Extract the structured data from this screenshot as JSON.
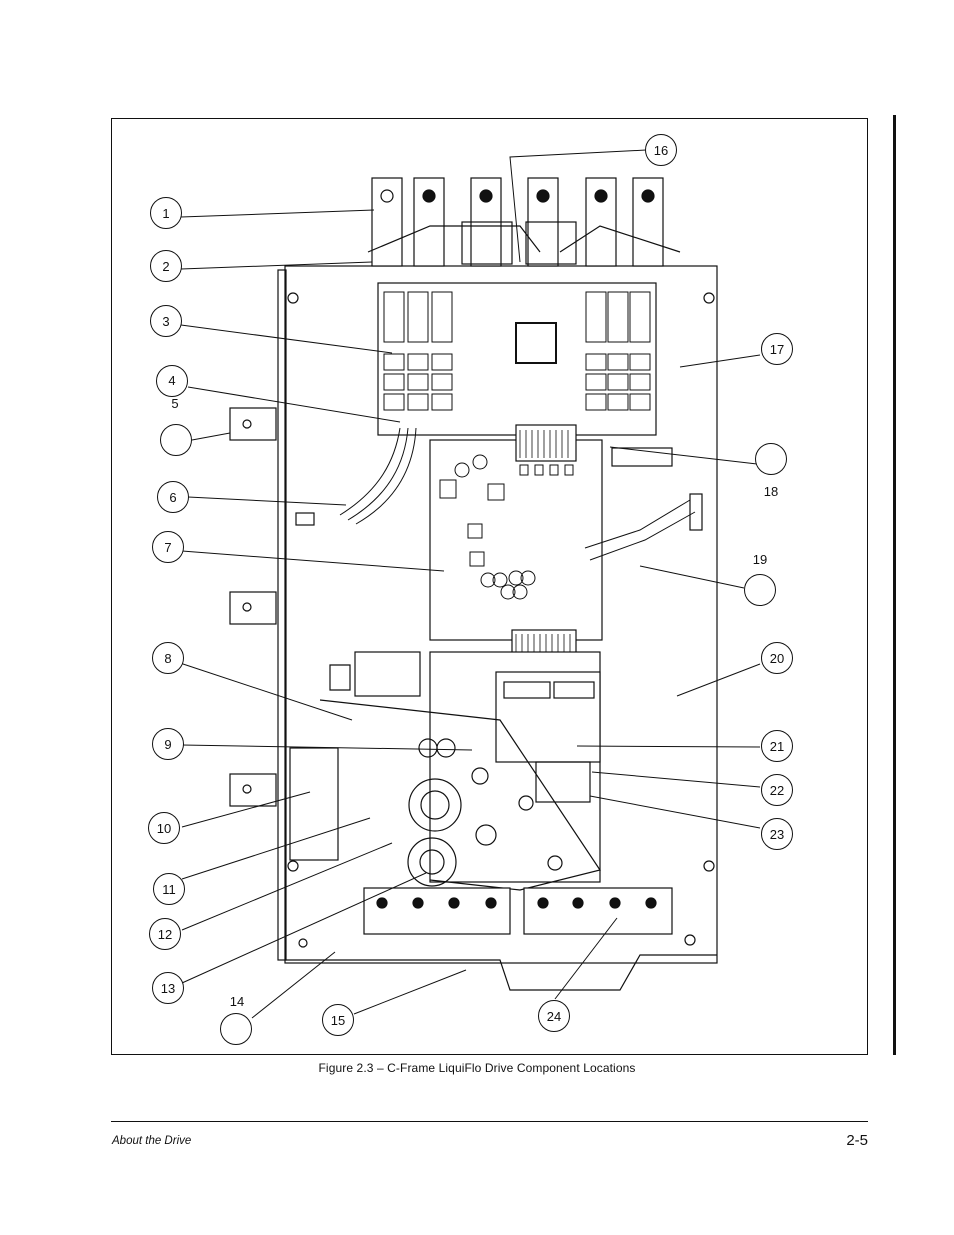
{
  "figure": {
    "caption": "Figure 2.3 – C-Frame LiquiFlo Drive Component Locations",
    "callouts": [
      {
        "label": "1"
      },
      {
        "label": "2"
      },
      {
        "label": "3"
      },
      {
        "label": "4"
      },
      {
        "label": "5"
      },
      {
        "label": "6"
      },
      {
        "label": "7"
      },
      {
        "label": "8"
      },
      {
        "label": "9"
      },
      {
        "label": "10"
      },
      {
        "label": "11"
      },
      {
        "label": "12"
      },
      {
        "label": "13"
      },
      {
        "label": "14"
      },
      {
        "label": "15"
      },
      {
        "label": "16"
      },
      {
        "label": "17"
      },
      {
        "label": "18"
      },
      {
        "label": "19"
      },
      {
        "label": "20"
      },
      {
        "label": "21"
      },
      {
        "label": "22"
      },
      {
        "label": "23"
      },
      {
        "label": "24"
      }
    ]
  },
  "footer": {
    "section": "About the Drive",
    "page_number": "2-5"
  }
}
